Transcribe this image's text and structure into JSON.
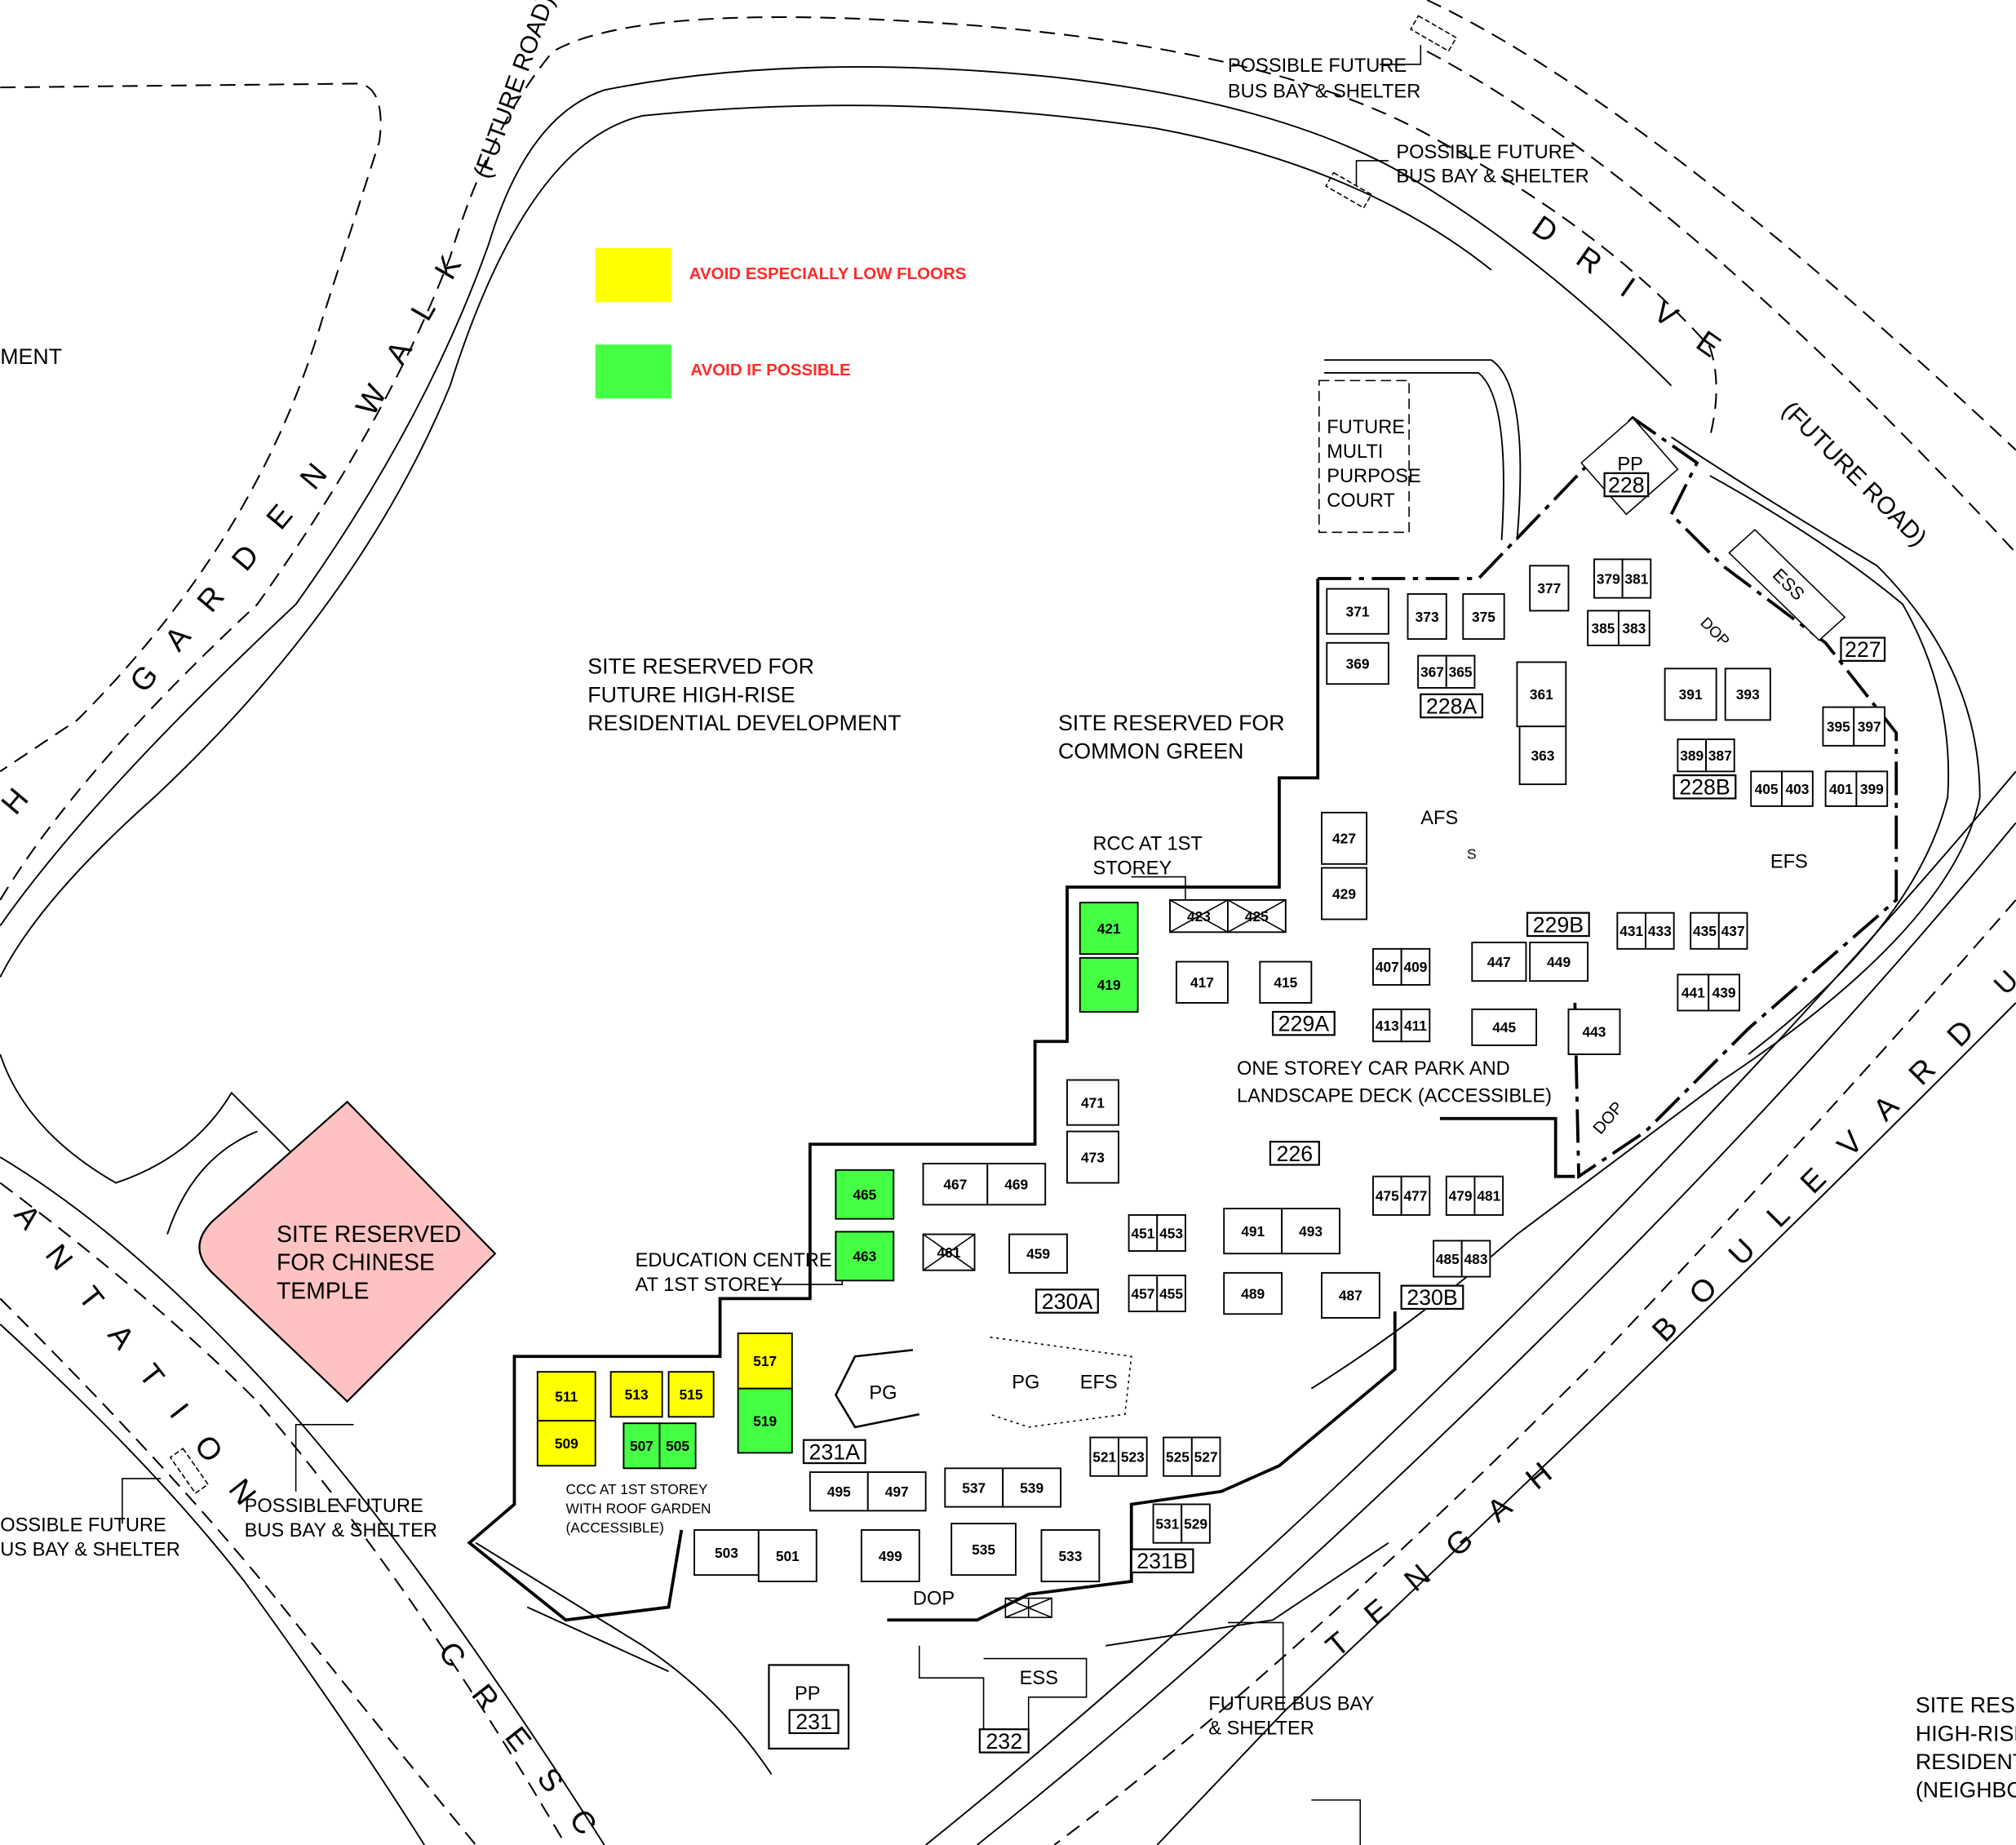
{
  "legend": [
    {
      "label": "AVOID ESPECIALLY LOW FLOORS",
      "color": "#ffff00",
      "text_color": "#ff2a2a"
    },
    {
      "label": "AVOID IF POSSIBLE",
      "color": "#44ff44",
      "text_color": "#ff2a2a"
    }
  ],
  "colors": {
    "temple": "#ffc2c2",
    "yellow": "#ffff00",
    "green": "#44ff44"
  },
  "roads": {
    "future_road_nw": "(FUTURE ROAD)",
    "walk": "W A L K",
    "garden": "G A R D E N",
    "h": "H",
    "drive": "D R I V E",
    "future_road_ne": "(FUTURE ROAD)",
    "boulevard": "B O U L E V A R D",
    "tengah": "T E N G A H",
    "plantation": "A N T A T I O N",
    "crescent": "C R E S C E N",
    "ment": "MENT",
    "u": "U"
  },
  "labels": {
    "bus_bay_top": [
      "POSSIBLE FUTURE",
      "BUS BAY & SHELTER"
    ],
    "bus_bay_drive": [
      "POSSIBLE FUTURE",
      "BUS BAY & SHELTER"
    ],
    "multi_court": [
      "FUTURE",
      "MULTI",
      "PURPOSE",
      "COURT"
    ],
    "high_rise": [
      "SITE RESERVED FOR",
      "FUTURE HIGH-RISE",
      "RESIDENTIAL DEVELOPMENT"
    ],
    "common_green": [
      "SITE RESERVED FOR",
      "COMMON GREEN"
    ],
    "rcc": [
      "RCC AT 1ST",
      "STOREY"
    ],
    "afs": "AFS",
    "efs": "EFS",
    "ess_ne": "ESS",
    "dop_ne": "DOP",
    "dop_e": "DOP",
    "car_park": [
      "ONE STOREY CAR PARK AND",
      "LANDSCAPE DECK (ACCESSIBLE)"
    ],
    "edu": [
      "EDUCATION CENTRE",
      "AT 1ST STOREY"
    ],
    "temple": [
      "SITE RESERVED",
      "FOR CHINESE",
      "TEMPLE"
    ],
    "pg1": "PG",
    "pg2": "PG",
    "efs2": "EFS",
    "ccc": [
      "CCC AT 1ST STOREY",
      "WITH ROOF GARDEN",
      "(ACCESSIBLE)"
    ],
    "dop_s": "DOP",
    "ess_s": "ESS",
    "pp_s": "PP",
    "pp_n": "PP",
    "bus_bay_sw1": [
      "OSSIBLE FUTURE",
      "US BAY & SHELTER"
    ],
    "bus_bay_sw2": [
      "POSSIBLE FUTURE",
      "BUS BAY & SHELTER"
    ],
    "bus_bay_se": [
      "FUTURE BUS BAY",
      "& SHELTER"
    ],
    "site_se": [
      "SITE RESE",
      "HIGH-RISE",
      "RESIDENTIA",
      "(NEIGHBOU"
    ],
    "s": "S"
  },
  "tags": [
    "228",
    "227",
    "228A",
    "228B",
    "229A",
    "229B",
    "226",
    "230A",
    "230B",
    "231A",
    "231B",
    "231",
    "232"
  ],
  "units": [
    {
      "label": "377",
      "status": ""
    },
    {
      "label": "379",
      "status": ""
    },
    {
      "label": "381",
      "status": ""
    },
    {
      "label": "371",
      "status": ""
    },
    {
      "label": "369",
      "status": ""
    },
    {
      "label": "373",
      "status": ""
    },
    {
      "label": "375",
      "status": ""
    },
    {
      "label": "367",
      "status": ""
    },
    {
      "label": "365",
      "status": ""
    },
    {
      "label": "385",
      "status": ""
    },
    {
      "label": "383",
      "status": ""
    },
    {
      "label": "361",
      "status": ""
    },
    {
      "label": "363",
      "status": ""
    },
    {
      "label": "391",
      "status": ""
    },
    {
      "label": "393",
      "status": ""
    },
    {
      "label": "389",
      "status": ""
    },
    {
      "label": "387",
      "status": ""
    },
    {
      "label": "395",
      "status": ""
    },
    {
      "label": "397",
      "status": ""
    },
    {
      "label": "405",
      "status": ""
    },
    {
      "label": "403",
      "status": ""
    },
    {
      "label": "401",
      "status": ""
    },
    {
      "label": "399",
      "status": ""
    },
    {
      "label": "427",
      "status": ""
    },
    {
      "label": "429",
      "status": ""
    },
    {
      "label": "423",
      "status": ""
    },
    {
      "label": "425",
      "status": ""
    },
    {
      "label": "421",
      "status": "green"
    },
    {
      "label": "419",
      "status": "green"
    },
    {
      "label": "417",
      "status": ""
    },
    {
      "label": "415",
      "status": ""
    },
    {
      "label": "407",
      "status": ""
    },
    {
      "label": "409",
      "status": ""
    },
    {
      "label": "413",
      "status": ""
    },
    {
      "label": "411",
      "status": ""
    },
    {
      "label": "447",
      "status": ""
    },
    {
      "label": "449",
      "status": ""
    },
    {
      "label": "445",
      "status": ""
    },
    {
      "label": "443",
      "status": ""
    },
    {
      "label": "431",
      "status": ""
    },
    {
      "label": "433",
      "status": ""
    },
    {
      "label": "435",
      "status": ""
    },
    {
      "label": "437",
      "status": ""
    },
    {
      "label": "441",
      "status": ""
    },
    {
      "label": "439",
      "status": ""
    },
    {
      "label": "471",
      "status": ""
    },
    {
      "label": "473",
      "status": ""
    },
    {
      "label": "467",
      "status": ""
    },
    {
      "label": "469",
      "status": ""
    },
    {
      "label": "465",
      "status": "green"
    },
    {
      "label": "463",
      "status": "green"
    },
    {
      "label": "461",
      "status": ""
    },
    {
      "label": "459",
      "status": ""
    },
    {
      "label": "451",
      "status": ""
    },
    {
      "label": "453",
      "status": ""
    },
    {
      "label": "457",
      "status": ""
    },
    {
      "label": "455",
      "status": ""
    },
    {
      "label": "491",
      "status": ""
    },
    {
      "label": "493",
      "status": ""
    },
    {
      "label": "489",
      "status": ""
    },
    {
      "label": "487",
      "status": ""
    },
    {
      "label": "475",
      "status": ""
    },
    {
      "label": "477",
      "status": ""
    },
    {
      "label": "479",
      "status": ""
    },
    {
      "label": "481",
      "status": ""
    },
    {
      "label": "485",
      "status": ""
    },
    {
      "label": "483",
      "status": ""
    },
    {
      "label": "511",
      "status": "yellow"
    },
    {
      "label": "509",
      "status": "yellow"
    },
    {
      "label": "513",
      "status": "yellow"
    },
    {
      "label": "515",
      "status": "yellow"
    },
    {
      "label": "507",
      "status": "green"
    },
    {
      "label": "505",
      "status": "green"
    },
    {
      "label": "517",
      "status": "yellow"
    },
    {
      "label": "519",
      "status": "green"
    },
    {
      "label": "495",
      "status": ""
    },
    {
      "label": "497",
      "status": ""
    },
    {
      "label": "537",
      "status": ""
    },
    {
      "label": "539",
      "status": ""
    },
    {
      "label": "521",
      "status": ""
    },
    {
      "label": "523",
      "status": ""
    },
    {
      "label": "525",
      "status": ""
    },
    {
      "label": "527",
      "status": ""
    },
    {
      "label": "531",
      "status": ""
    },
    {
      "label": "529",
      "status": ""
    },
    {
      "label": "503",
      "status": ""
    },
    {
      "label": "501",
      "status": ""
    },
    {
      "label": "499",
      "status": ""
    },
    {
      "label": "535",
      "status": ""
    },
    {
      "label": "533",
      "status": ""
    }
  ]
}
